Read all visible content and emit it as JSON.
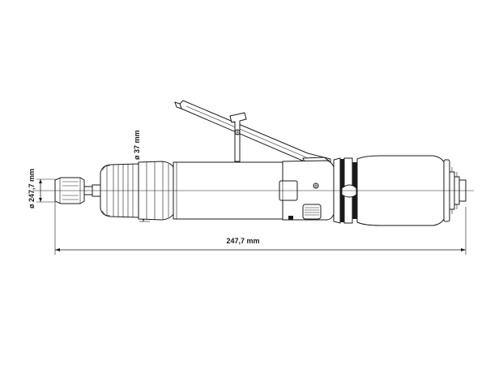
{
  "dimensions": {
    "collet_diameter": "ø 247,7 mm",
    "body_diameter": "ø 37 mm",
    "overall_length": "247,7 mm"
  },
  "colors": {
    "line": "#1a1a1a",
    "background": "#ffffff"
  }
}
